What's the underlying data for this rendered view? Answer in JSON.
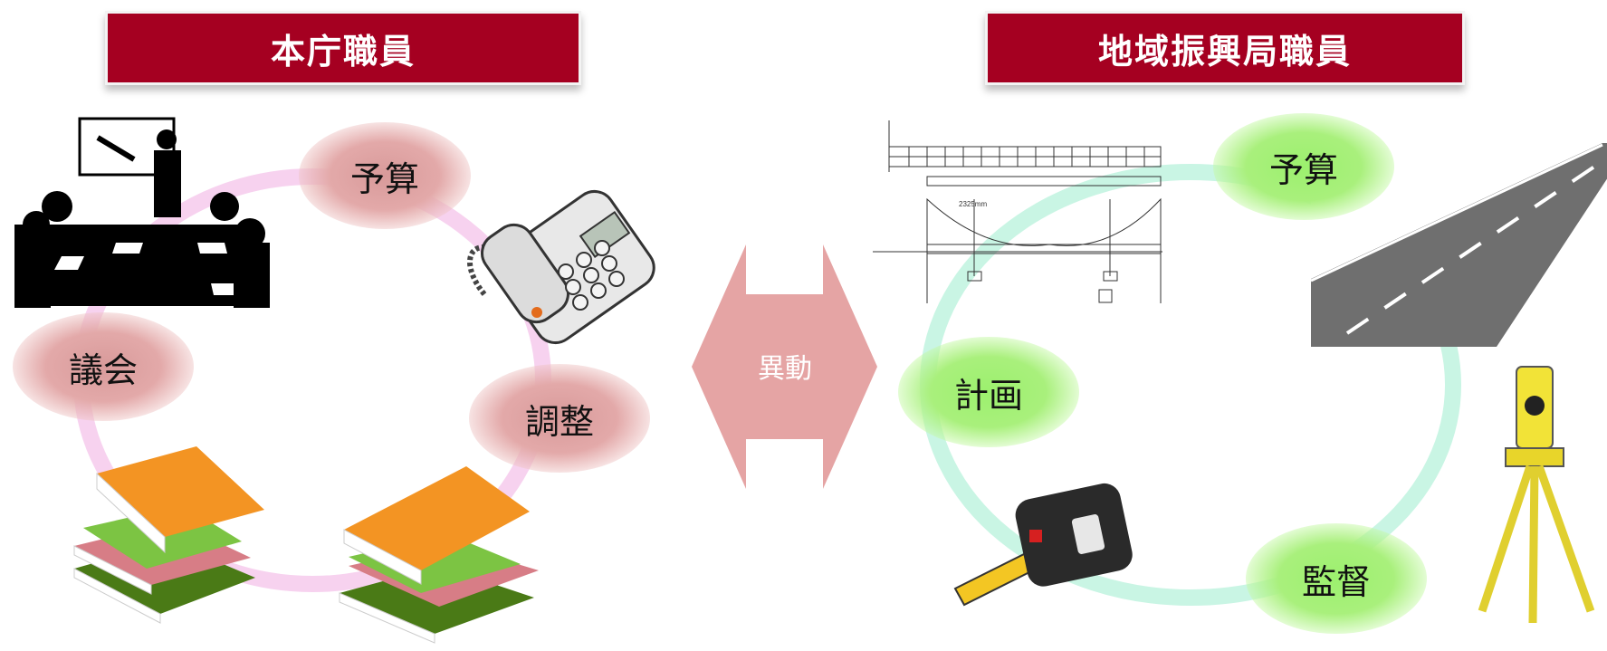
{
  "left_panel": {
    "title": "本庁職員",
    "labels": {
      "budget": "予算",
      "assembly": "議会",
      "coordination": "調整"
    }
  },
  "center": {
    "transfer_label": "異動"
  },
  "right_panel": {
    "title": "地域振興局職員",
    "labels": {
      "budget": "予算",
      "planning": "計画",
      "supervision": "監督"
    },
    "drawing_text": {
      "dimension": "2325mm"
    }
  },
  "colors": {
    "banner": "#a50021",
    "pink_blob": "#e3a9a9",
    "green_blob": "#a9f07c",
    "pink_ring": "#f7d2ef",
    "green_ring": "#c9f5e4",
    "arrow": "#e5a4a4"
  },
  "icons": [
    "presentation-meeting-icon",
    "telephone-icon",
    "books-icon",
    "bridge-drawing-icon",
    "road-icon",
    "tape-measure-icon",
    "surveying-tripod-icon"
  ]
}
